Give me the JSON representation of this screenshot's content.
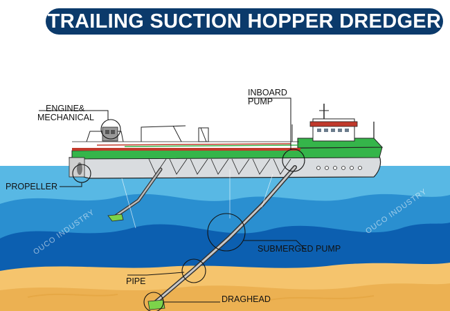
{
  "title": "TRAILING SUCTION HOPPER DREDGER",
  "labels": {
    "engine_line1": "ENGINE&",
    "engine_line2": "MECHANICAL",
    "inboard_line1": "INBOARD",
    "inboard_line2": "PUMP",
    "propeller": "PROPELLER",
    "submerged_pump": "SUBMERGED PUMP",
    "pipe": "PIPE",
    "draghead": "DRAGHEAD"
  },
  "watermarks": {
    "left": "OUCO INDUSTRY",
    "right": "OUCO INDUSTRY"
  },
  "colors": {
    "title_bg": "#0b3a6b",
    "title_text": "#ffffff",
    "sky": "#ffffff",
    "sea_light": "#58b8e4",
    "sea_mid": "#2a8fd0",
    "sea_dark": "#0c5fb0",
    "sand_light": "#f5c46d",
    "sand_dark": "#e3a23d",
    "hull_green": "#35b54a",
    "hull_grey": "#d9dcdf",
    "hull_red": "#c0392b",
    "outline": "#222222"
  }
}
